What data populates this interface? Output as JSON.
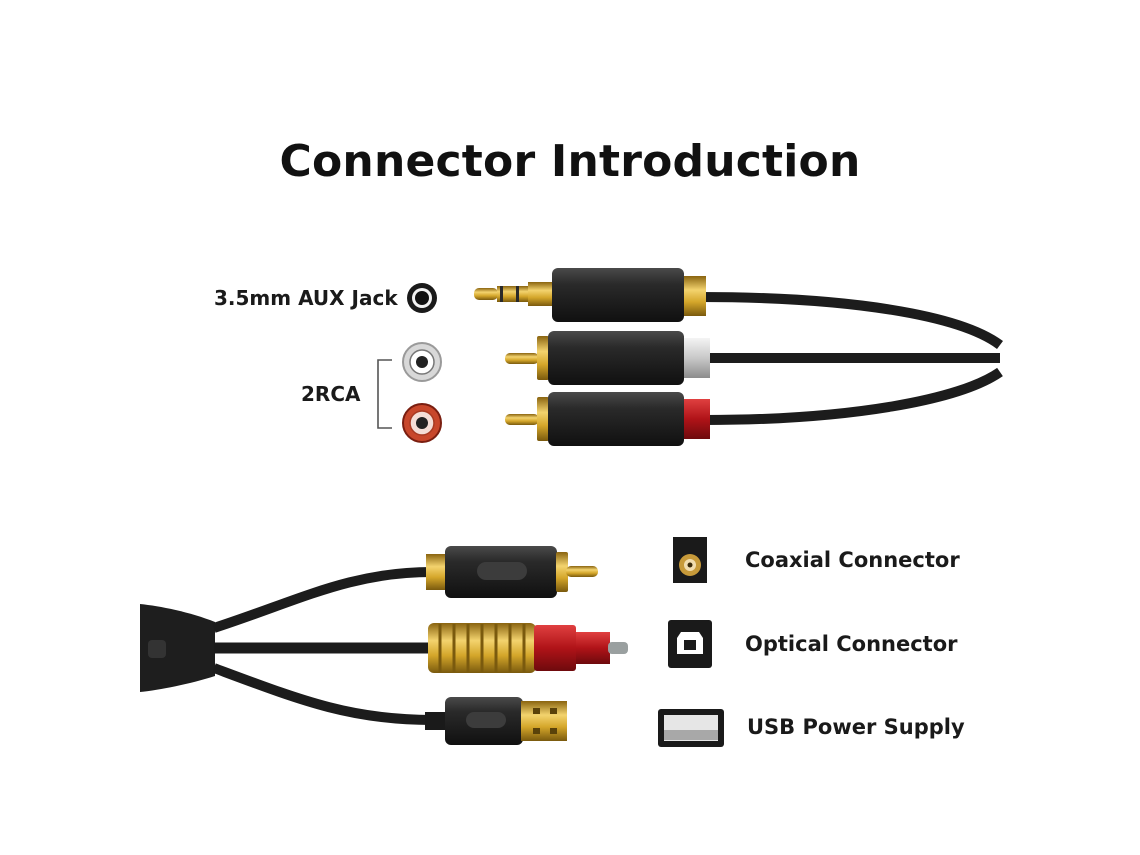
{
  "title": "Connector Introduction",
  "labels": {
    "aux": "3.5mm AUX Jack",
    "rca": "2RCA",
    "coaxial": "Coaxial Connector",
    "optical": "Optical Connector",
    "usb": "USB Power Supply"
  },
  "icons": {
    "aux": "aux-jack-port-icon",
    "rca_white": "rca-white-port-icon",
    "rca_red": "rca-red-port-icon",
    "coaxial": "coaxial-port-icon",
    "optical": "optical-port-icon",
    "usb": "usb-port-icon"
  },
  "colors": {
    "gold": "#d4a62a",
    "cable": "#1c1c1c",
    "red": "#c8191e",
    "white": "#e6e6e6"
  }
}
